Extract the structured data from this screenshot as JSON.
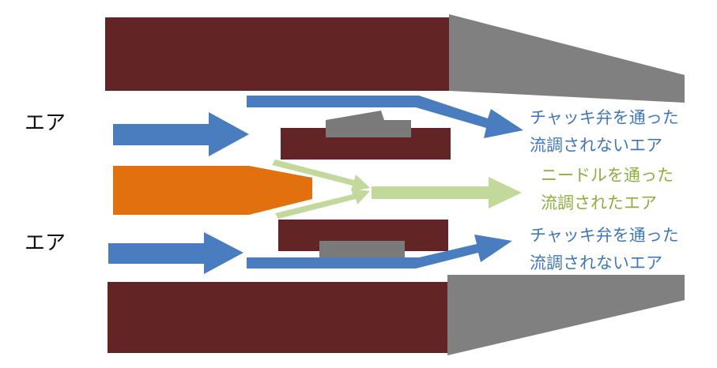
{
  "labels": {
    "air_top": "エア",
    "air_bottom": "エア",
    "check_valve_top_line1": "チャッキ弁を通った",
    "check_valve_top_line2": "流調されないエア",
    "needle_line1": "ニードルを通った",
    "needle_line2": "流調されたエア",
    "check_valve_bottom_line1": "チャッキ弁を通った",
    "check_valve_bottom_line2": "流調されないエア"
  },
  "colors": {
    "body": "#632426",
    "nozzle": "#808080",
    "check_valve_seat": "#7a7a7a",
    "needle": "#e2700f",
    "air_arrow": "#4a7dbf",
    "metered_arrow": "#c3d89b",
    "check_valve_text": "#3f77bb",
    "needle_text": "#8caf3e"
  }
}
